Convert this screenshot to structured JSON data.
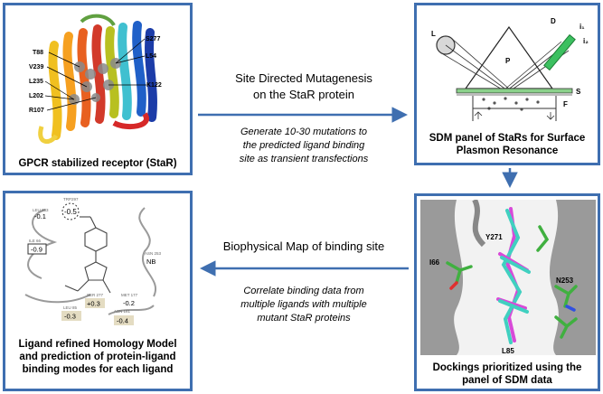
{
  "panels": {
    "gpcr": {
      "caption": "GPCR stabilized receptor (StaR)",
      "residue_labels": [
        "S277",
        "T88",
        "L54",
        "V239",
        "L235",
        "K122",
        "L202",
        "R107"
      ]
    },
    "spr": {
      "caption": "SDM panel of StaRs for Surface\nPlasmon Resonance",
      "labels": {
        "light": "L",
        "detector": "D",
        "prism": "P",
        "sensor": "S",
        "flow": "F",
        "i1": "i₁",
        "i2": "i₂"
      }
    },
    "docking": {
      "caption": "Dockings prioritized using the\npanel of SDM data",
      "residue_labels": [
        "Y271",
        "I66",
        "N253",
        "L85"
      ]
    },
    "homology": {
      "caption": "Ligand refined Homology Model\nand prediction of protein-ligand\nbinding modes for each ligand",
      "residues": [
        {
          "name": "TRP297",
          "value": "-0.5"
        },
        {
          "name": "LEU 333",
          "value": "-0.1"
        },
        {
          "name": "ILE 66",
          "value": "-0.9"
        },
        {
          "name": "ASN 253",
          "value": "NB"
        },
        {
          "name": "SER 277",
          "value": "+0.3"
        },
        {
          "name": "MET 177",
          "value": "-0.2"
        },
        {
          "name": "LEU 85",
          "value": "-0.3"
        },
        {
          "name": "ASN 181",
          "value": "-0.4"
        }
      ]
    }
  },
  "flow": {
    "top_title": "Site Directed Mutagenesis\non the StaR protein",
    "top_sub": "Generate 10-30 mutations to\nthe predicted ligand binding\nsite as transient transfections",
    "bottom_title": "Biophysical Map of binding site",
    "bottom_sub": "Correlate binding data from\nmultiple ligands with multiple\nmutant StaR proteins"
  },
  "colors": {
    "border": "#3f6fb0",
    "arrow": "#3f6fb0"
  }
}
